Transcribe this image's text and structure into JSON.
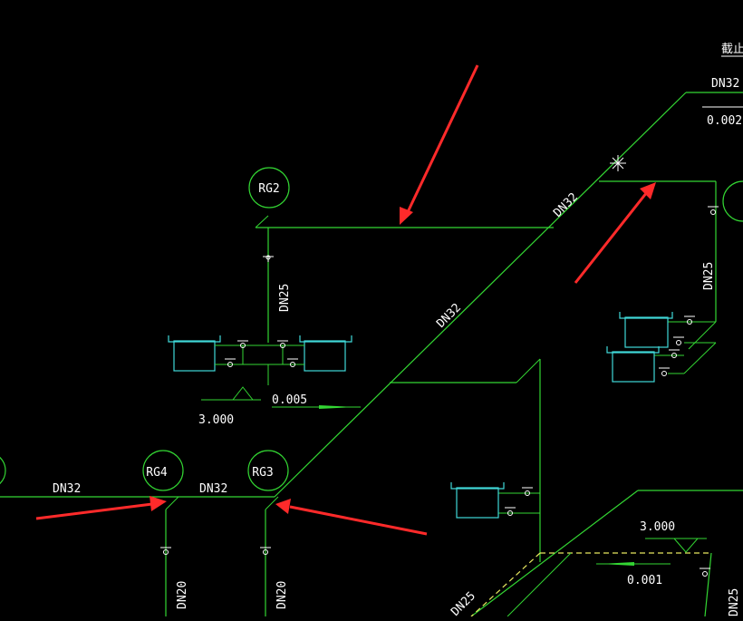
{
  "labels": {
    "top_right_text": "截止",
    "riser_rg2": "RG2",
    "riser_rg3": "RG3",
    "riser_rg4": "RG4",
    "pipe_dn32_top": "DN32",
    "pipe_dn32_diag_upper": "DN32",
    "pipe_dn32_diag_mid": "DN32",
    "pipe_dn32_left": "DN32",
    "pipe_dn32_middle": "DN32",
    "pipe_dn25_rg2": "DN25",
    "pipe_dn25_right": "DN25",
    "pipe_dn25_bottom_diag": "DN25",
    "pipe_dn25_bottom_right": "DN25",
    "pipe_dn20_left": "DN20",
    "pipe_dn20_right": "DN20",
    "slope_top_right": "0.002",
    "slope_mid": "0.005",
    "slope_bottom_right": "0.001",
    "elev_mid": "3.000",
    "elev_bottom_right": "3.000"
  },
  "colors": {
    "background": "#000000",
    "pipe": "#33d633",
    "fixture": "#40d8d8",
    "annotation_arrow": "#ff2a2a",
    "dashed_line": "#e8e860"
  }
}
